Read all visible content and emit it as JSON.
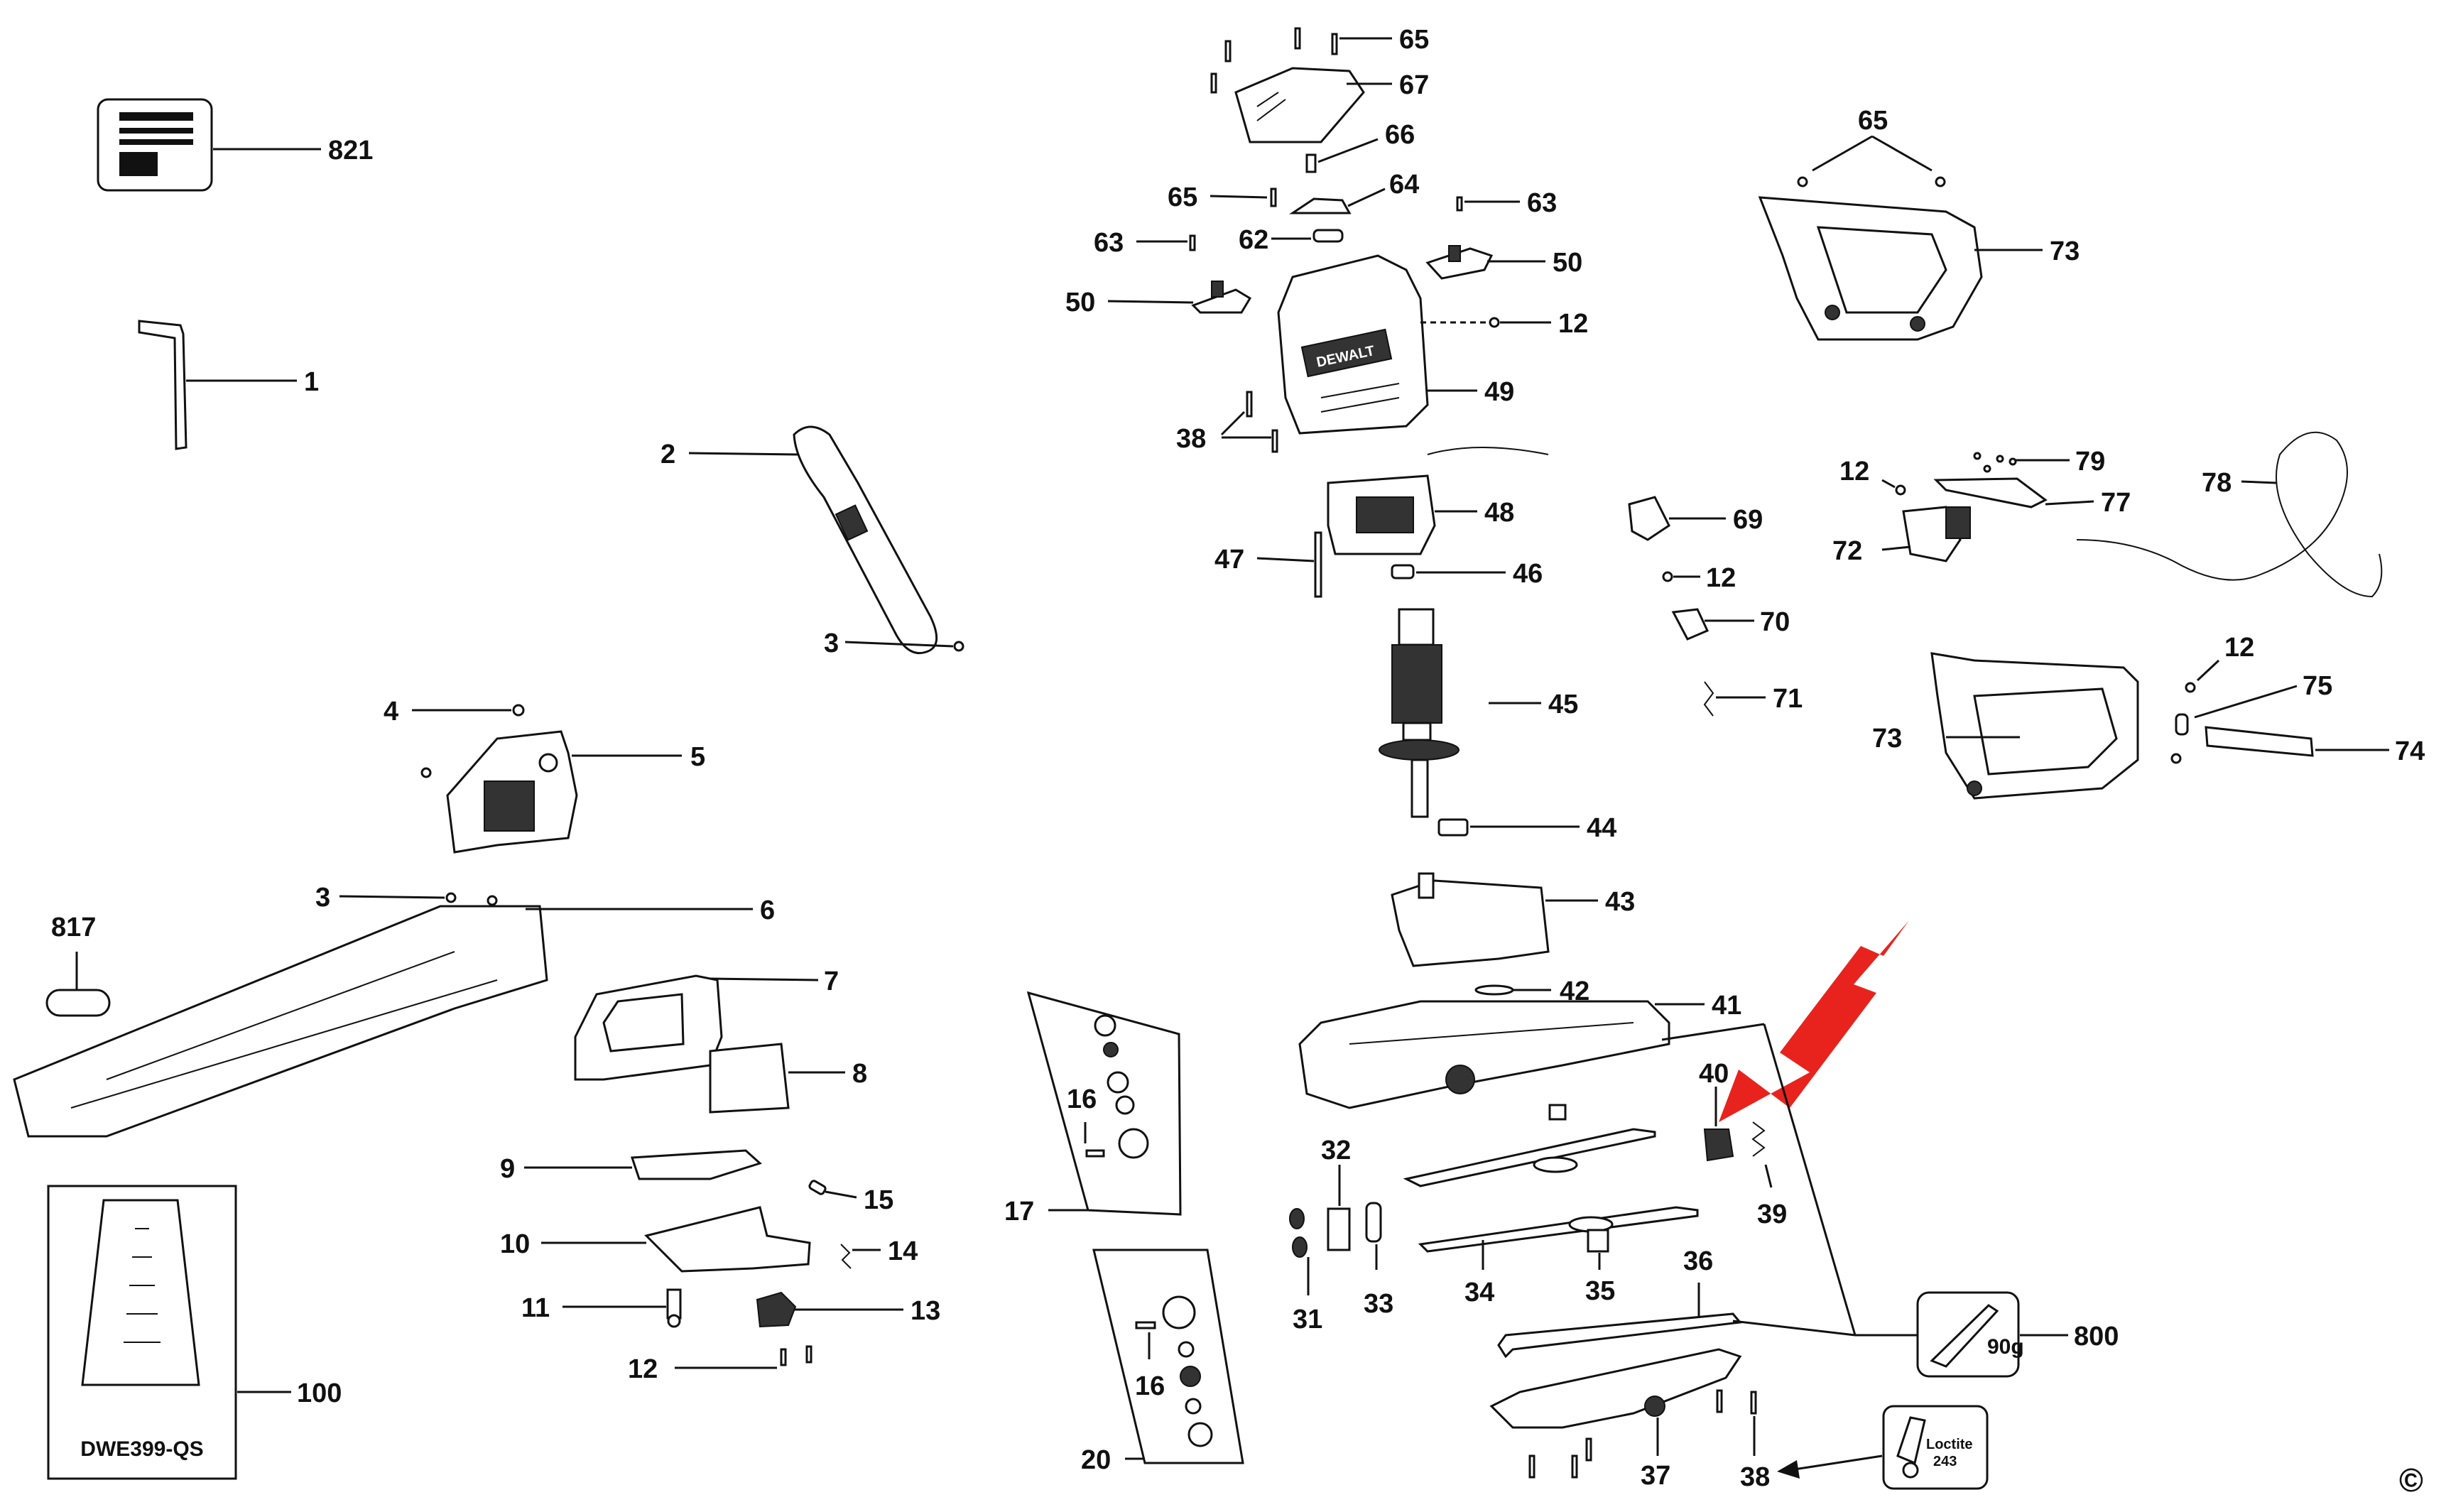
{
  "diagram": {
    "labels": {
      "p821": "821",
      "p1": "1",
      "p2": "2",
      "p3a": "3",
      "p4": "4",
      "p5": "5",
      "p3b": "3",
      "p6": "6",
      "p817": "817",
      "p7": "7",
      "p8": "8",
      "p9": "9",
      "p15": "15",
      "p10": "10",
      "p14": "14",
      "p11": "11",
      "p13": "13",
      "p12a": "12",
      "p100": "100",
      "p65a": "65",
      "p67": "67",
      "p66": "66",
      "p65b": "65",
      "p64": "64",
      "p63a": "63",
      "p63b": "63",
      "p62": "62",
      "p50a": "50",
      "p50b": "50",
      "p12b": "12",
      "p49": "49",
      "p38a": "38",
      "p48": "48",
      "p47": "47",
      "p46": "46",
      "p45": "45",
      "p44": "44",
      "p43": "43",
      "p42": "42",
      "p41": "41",
      "p40": "40",
      "p39": "39",
      "p32": "32",
      "p31": "31",
      "p33": "33",
      "p34": "34",
      "p35": "35",
      "p36": "36",
      "p37": "37",
      "p38b": "38",
      "p800": "800",
      "p16a": "16",
      "p17": "17",
      "p16b": "16",
      "p20": "20",
      "p65c": "65",
      "p73a": "73",
      "p69": "69",
      "p12c": "12",
      "p70": "70",
      "p71": "71",
      "p12d": "12",
      "p79": "79",
      "p77": "77",
      "p78": "78",
      "p72": "72",
      "p12e": "12",
      "p75": "75",
      "p73b": "73",
      "p74": "74"
    },
    "kit_label": "DWE399-QS",
    "grease_label": "90g",
    "loctite_label": "Loctite",
    "loctite_number": "243",
    "brand": "DEWALT",
    "copyright": "©",
    "colors": {
      "highlight_arrow": "#e8231e",
      "line": "#111111"
    }
  }
}
